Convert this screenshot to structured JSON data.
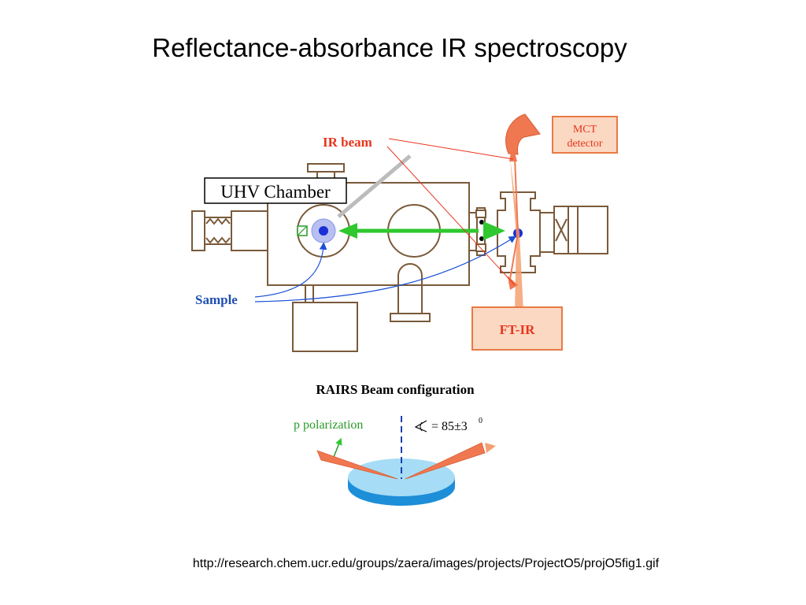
{
  "slide": {
    "title": "Reflectance-absorbance IR spectroscopy",
    "source_url": "http://research.chem.ucr.edu/groups/zaera/images/projects/ProjectO5/projO5fig1.gif"
  },
  "diagram": {
    "labels": {
      "ir_beam": "IR beam",
      "uhv_chamber": "UHV Chamber",
      "sample": "Sample",
      "mct_line1": "MCT",
      "mct_line2": "detector",
      "ftir": "FT-IR"
    },
    "rairs": {
      "title": "RAIRS Beam configuration",
      "polarization": "p polarization",
      "angle": "= 85±3",
      "angle_unit": "0"
    },
    "colors": {
      "outline": "#7a5a3a",
      "ir_label": "#e8351c",
      "sample_label": "#1f4fb0",
      "beam": "#2fc82f",
      "box_fill": "#fbd8c2",
      "box_stroke": "#e87a45",
      "dot": "#1a2fd6",
      "disk_top": "#a6dcf5",
      "disk_side": "#1d8ed8"
    }
  }
}
